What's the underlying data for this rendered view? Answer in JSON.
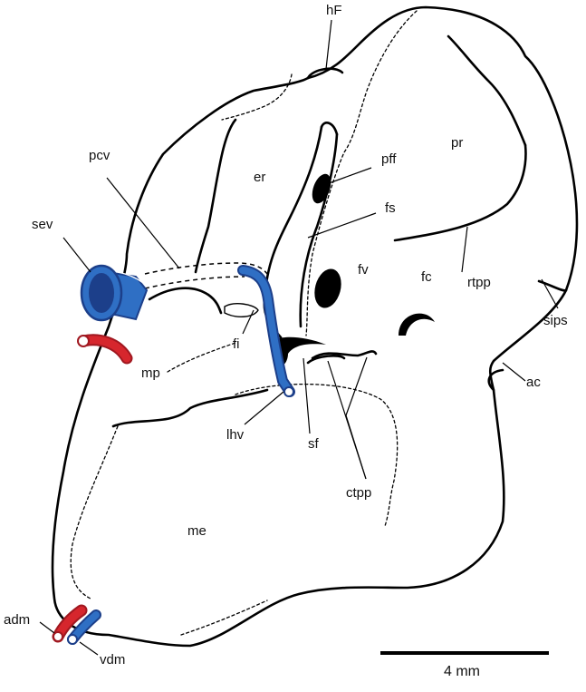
{
  "labels": {
    "hF": "hF",
    "pcv": "pcv",
    "er": "er",
    "pff": "pff",
    "pr": "pr",
    "fs": "fs",
    "sev": "sev",
    "fv": "fv",
    "fc": "fc",
    "rtpp": "rtpp",
    "fi": "fi",
    "sips": "sips",
    "mp": "mp",
    "ac": "ac",
    "lhv": "lhv",
    "sf": "sf",
    "ctpp": "ctpp",
    "me": "me",
    "adm": "adm",
    "vdm": "vdm"
  },
  "scale_bar": {
    "label": "4 mm"
  },
  "colors": {
    "vein_blue": "#2f6fc4",
    "vein_dark": "#1c3f8a",
    "artery_red": "#d6262d",
    "outline": "#000000"
  }
}
